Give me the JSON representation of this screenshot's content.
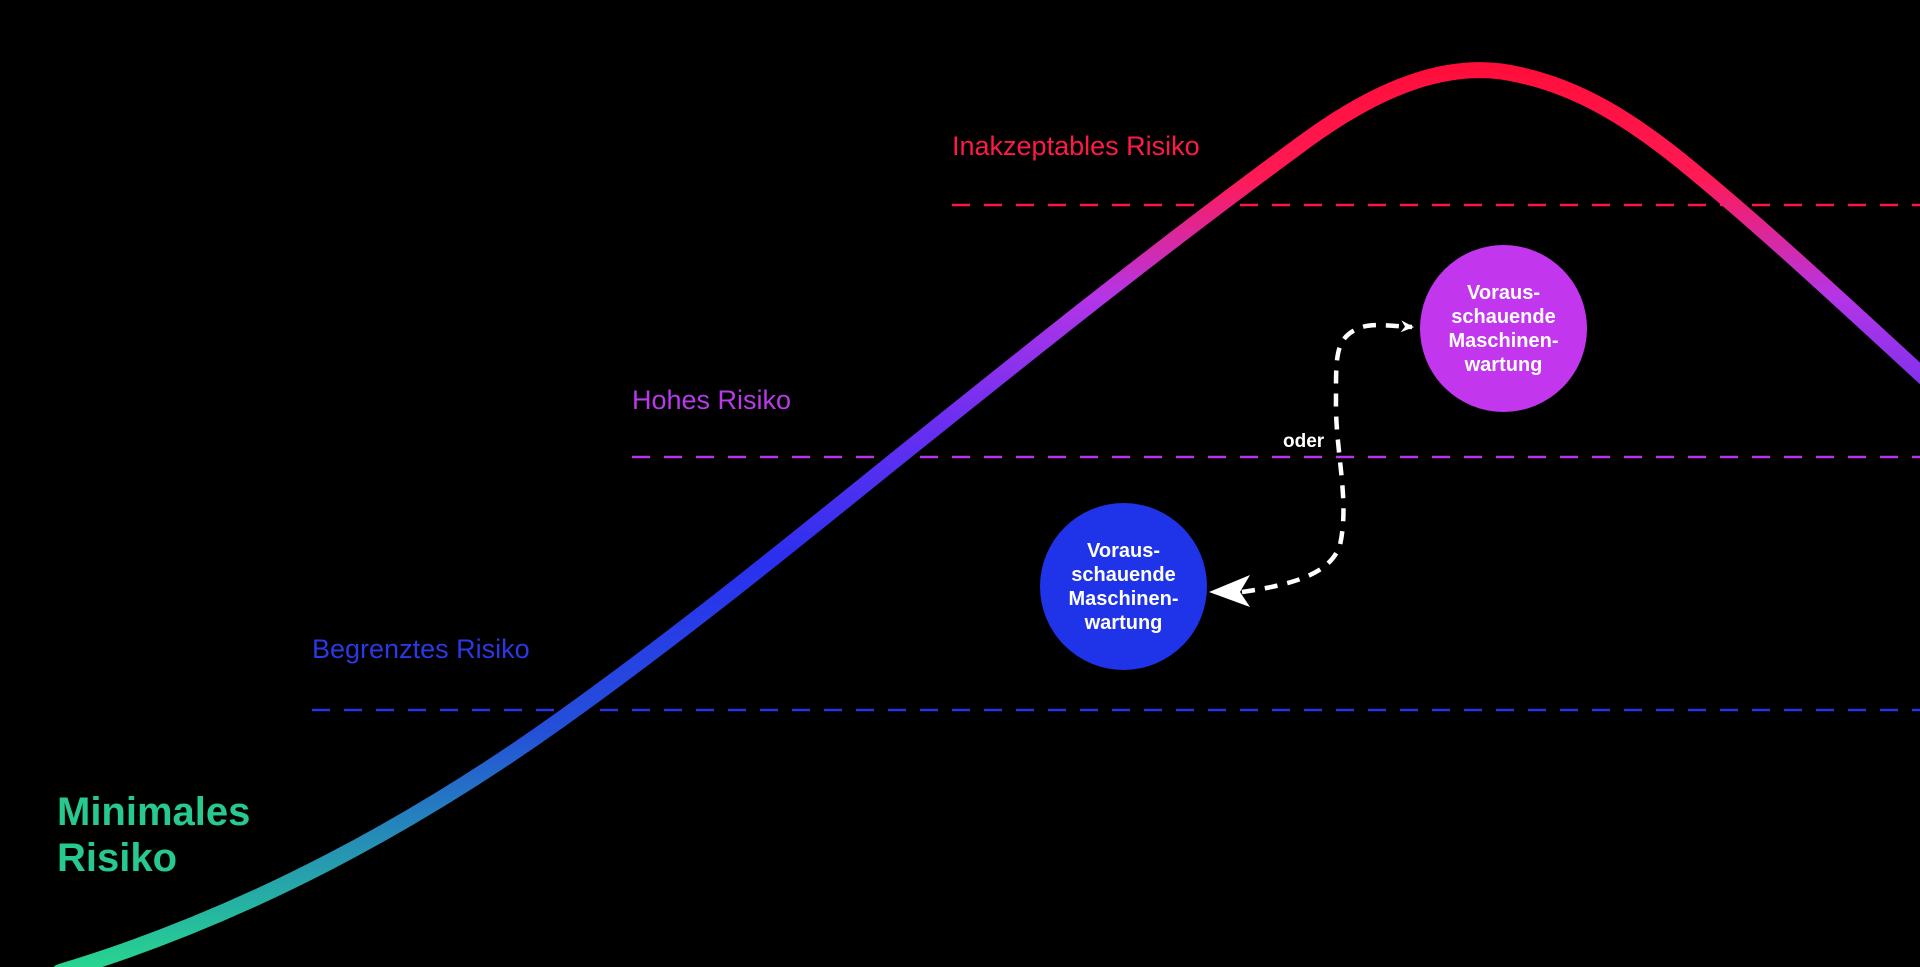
{
  "colors": {
    "minimal": "#27c98f",
    "limited": "#2a35e0",
    "high": "#b238e6",
    "unacceptable": "#ff1540",
    "circle_high": "#c236ee",
    "circle_limited": "#1f33e8",
    "arrow": "#ffffff",
    "background": "#000000"
  },
  "labels": {
    "minimal": "Minimales\nRisiko",
    "limited": "Begrenztes Risiko",
    "high": "Hohes Risiko",
    "unacceptable": "Inakzeptables Risiko"
  },
  "nodes": {
    "high": "Voraus-\nschauende\nMaschinen-\nwartung",
    "limited": "Voraus-\nschauende\nMaschinen-\nwartung"
  },
  "connector": {
    "label": "oder"
  }
}
